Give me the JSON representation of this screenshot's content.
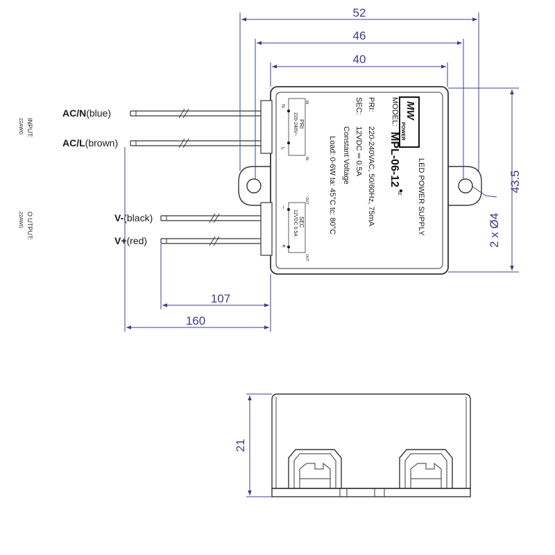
{
  "dimensions": {
    "w52": "52",
    "w46": "46",
    "w40": "40",
    "h43_5": "43.5",
    "holes": "2 x Ø4",
    "wire107": "107",
    "wire160": "160",
    "height21": "21"
  },
  "wires": {
    "acn_prefix": "AC/N",
    "acn_color": "(blue)",
    "acl_prefix": "AC/L",
    "acl_color": "(brown)",
    "vneg_prefix": "V-",
    "vneg_color": "(black)",
    "vpos_prefix": "V+",
    "vpos_color": "(red)"
  },
  "side_labels": {
    "input": "INPUT:",
    "input_awg": "22AWG",
    "output": "O UTPUT:",
    "output_awg": "22AWG"
  },
  "product": {
    "brand_top": "MW",
    "brand_bottom": "POWER",
    "model_prefix": "MODEL:",
    "model": "MPL-06-12",
    "tc_mark": "tc",
    "category": "LED POWER SUPPLY",
    "pri_label": "PRI:",
    "pri_value": "220-240VAC, 50/60Hz, 75mA",
    "sec_label": "SEC:",
    "sec_value": "12VDC ═ 0.5A",
    "mode": "Constant Voltage",
    "ratings": "Load: 0-6W  ta: 45°C  tc: 80°C"
  },
  "terminals": {
    "pri_title": "PRI",
    "pri_range": "220-240V~",
    "pri_n": "N",
    "pri_l": "L",
    "pri_in1": "IN",
    "pri_in2": "IN",
    "sec_title": "SEC",
    "sec_range": "12VDC 0.5A",
    "sec_minus": "−",
    "sec_plus": "+",
    "sec_out1": "OUT",
    "sec_out2": "OUT"
  },
  "colors": {
    "dimension": "#3c3c8c",
    "outline": "#333333",
    "text": "#1a1a1a"
  }
}
